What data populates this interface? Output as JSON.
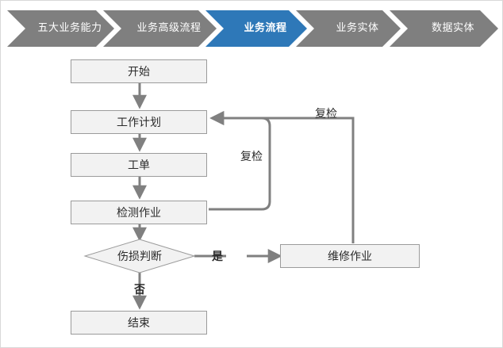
{
  "breadcrumb": {
    "active_color": "#2e78b8",
    "inactive_color": "#7f7f7f",
    "text_color": "#ffffff",
    "steps": [
      {
        "label": "五大业务能力",
        "active": false
      },
      {
        "label": "业务高级流程",
        "active": false
      },
      {
        "label": "业务流程",
        "active": true
      },
      {
        "label": "业务实体",
        "active": false
      },
      {
        "label": "数据实体",
        "active": false
      }
    ]
  },
  "flowchart": {
    "node_fill": "#f2f2f2",
    "node_border": "#9b9b9b",
    "connector_color": "#808080",
    "nodes": [
      {
        "id": "start",
        "label": "开始"
      },
      {
        "id": "work-plan",
        "label": "工作计划"
      },
      {
        "id": "work-order",
        "label": "工单"
      },
      {
        "id": "inspection",
        "label": "检测作业"
      },
      {
        "id": "decision",
        "label": "伤损判断"
      },
      {
        "id": "repair",
        "label": "维修作业"
      },
      {
        "id": "end",
        "label": "结束"
      }
    ],
    "edge_labels": [
      {
        "id": "recheck-inner",
        "label": "复检"
      },
      {
        "id": "recheck-outer",
        "label": "复检"
      },
      {
        "id": "yes",
        "label": "是"
      },
      {
        "id": "no",
        "label": "否"
      }
    ]
  }
}
